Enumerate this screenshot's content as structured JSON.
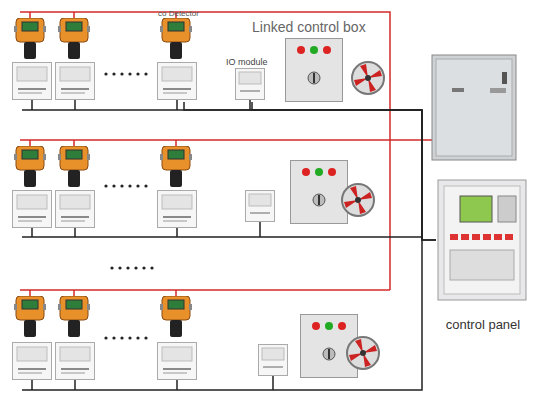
{
  "diagram": {
    "nodes": [
      {
        "text": [
          "co Detector"
        ]
      },
      {
        "text": [
          "IO module"
        ]
      },
      {
        "text": [
          "Linked control box"
        ]
      },
      {
        "text": [
          "control panel"
        ]
      }
    ],
    "edges": [
      {
        "from": 0,
        "to": 3,
        "arrow": "none"
      },
      {
        "from": 1,
        "to": 3,
        "arrow": "none"
      }
    ]
  }
}
